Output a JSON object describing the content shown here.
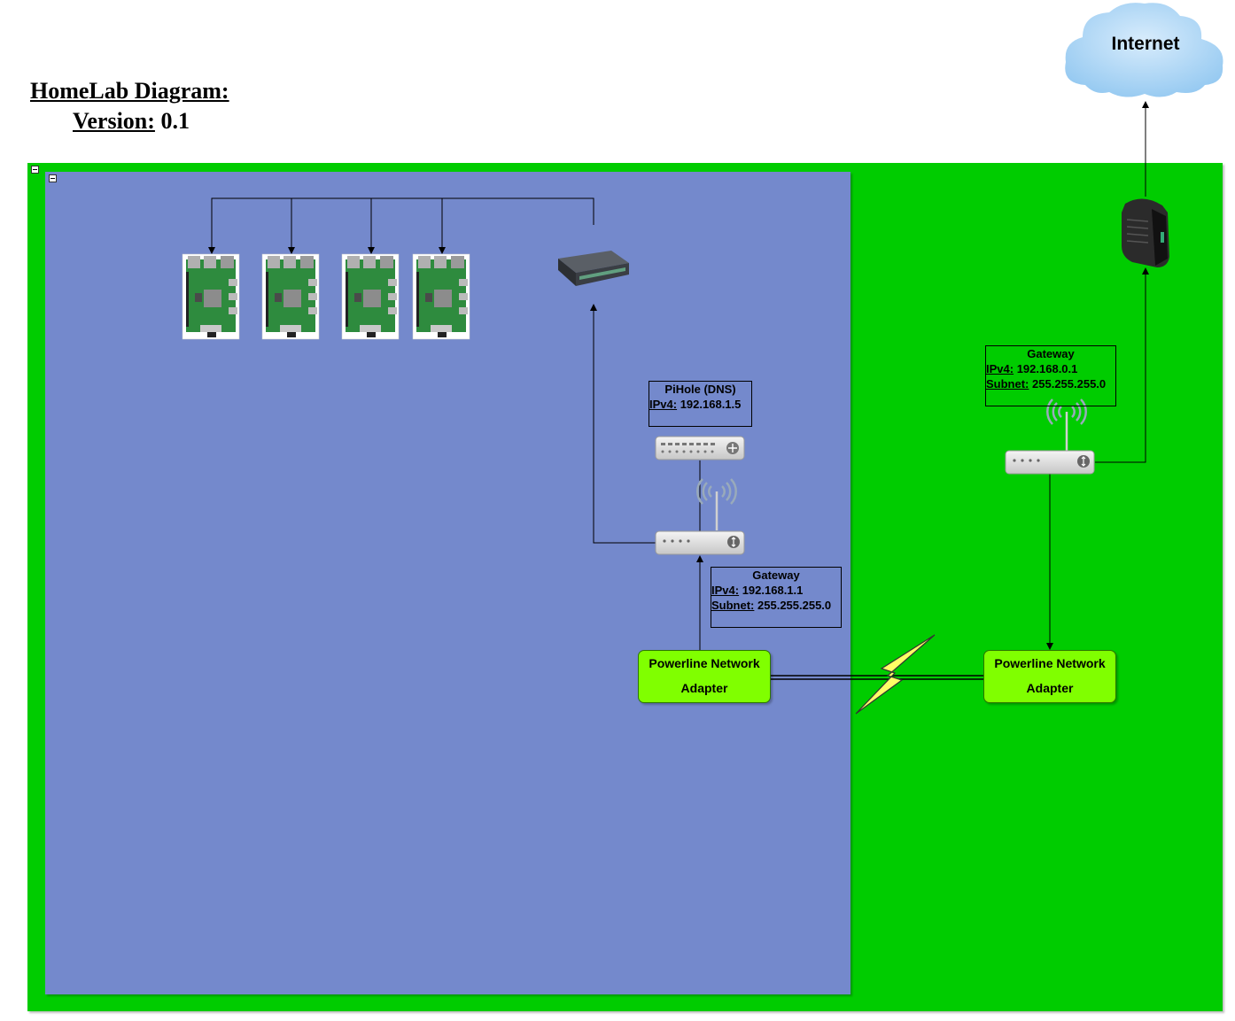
{
  "title": {
    "heading": "HomeLab Diagram:",
    "version_label": "Version:",
    "version_value": "0.1"
  },
  "internet": {
    "label": "Internet"
  },
  "pihole": {
    "title": "PiHole (DNS)",
    "ipv4_key": "IPv4:",
    "ipv4_value": "192.168.1.5"
  },
  "lab_gateway": {
    "title": "Gateway",
    "ipv4_key": "IPv4:",
    "ipv4_value": "192.168.1.1",
    "subnet_key": "Subnet:",
    "subnet_value": "255.255.255.0"
  },
  "home_gateway": {
    "title": "Gateway",
    "ipv4_key": "IPv4:",
    "ipv4_value": "192.168.0.1",
    "subnet_key": "Subnet:",
    "subnet_value": "255.255.255.0"
  },
  "lab_adapter": {
    "line1": "Powerline Network",
    "line2": "Adapter"
  },
  "home_adapter": {
    "line1": "Powerline Network",
    "line2": "Adapter"
  },
  "colors": {
    "outer_network": "#00cc00",
    "lab_network": "#7489cc",
    "adapter_fill": "#80ff00",
    "lightning": "#ffff66",
    "cloud": "#a9d4f5"
  },
  "icons": [
    "raspberry-pi-board",
    "network-switch",
    "dns-server",
    "wireless-router",
    "cable-modem",
    "cloud",
    "lightning-bolt"
  ]
}
